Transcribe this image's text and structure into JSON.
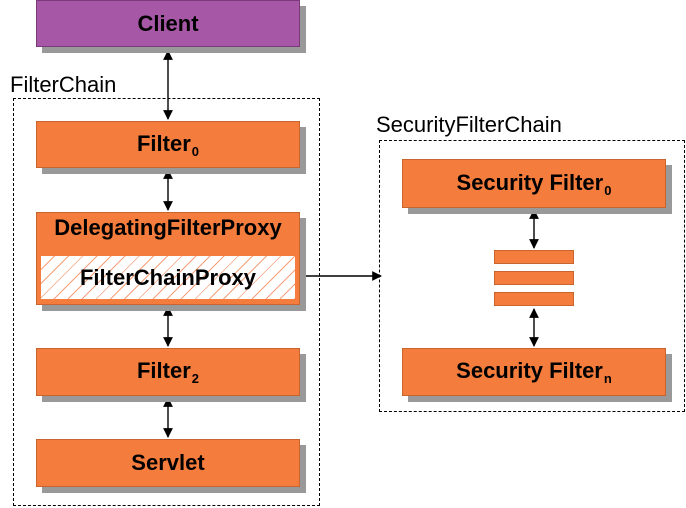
{
  "client": {
    "label": "Client"
  },
  "filter_chain": {
    "label": "FilterChain",
    "filter0": {
      "text": "Filter",
      "sub": "0"
    },
    "delegating_proxy": {
      "label": "DelegatingFilterProxy"
    },
    "chain_proxy": {
      "label": "FilterChainProxy"
    },
    "filter2": {
      "text": "Filter",
      "sub": "2"
    },
    "servlet": {
      "label": "Servlet"
    }
  },
  "security_filter_chain": {
    "label": "SecurityFilterChain",
    "security_filter0": {
      "text": "Security Filter",
      "sub": "0"
    },
    "security_filtern": {
      "text": "Security Filter",
      "sub": "n"
    }
  },
  "colors": {
    "orange": "#f47c3c",
    "purple": "#a657a6",
    "shadow": "#999999",
    "hatch": "#f6a07a"
  }
}
